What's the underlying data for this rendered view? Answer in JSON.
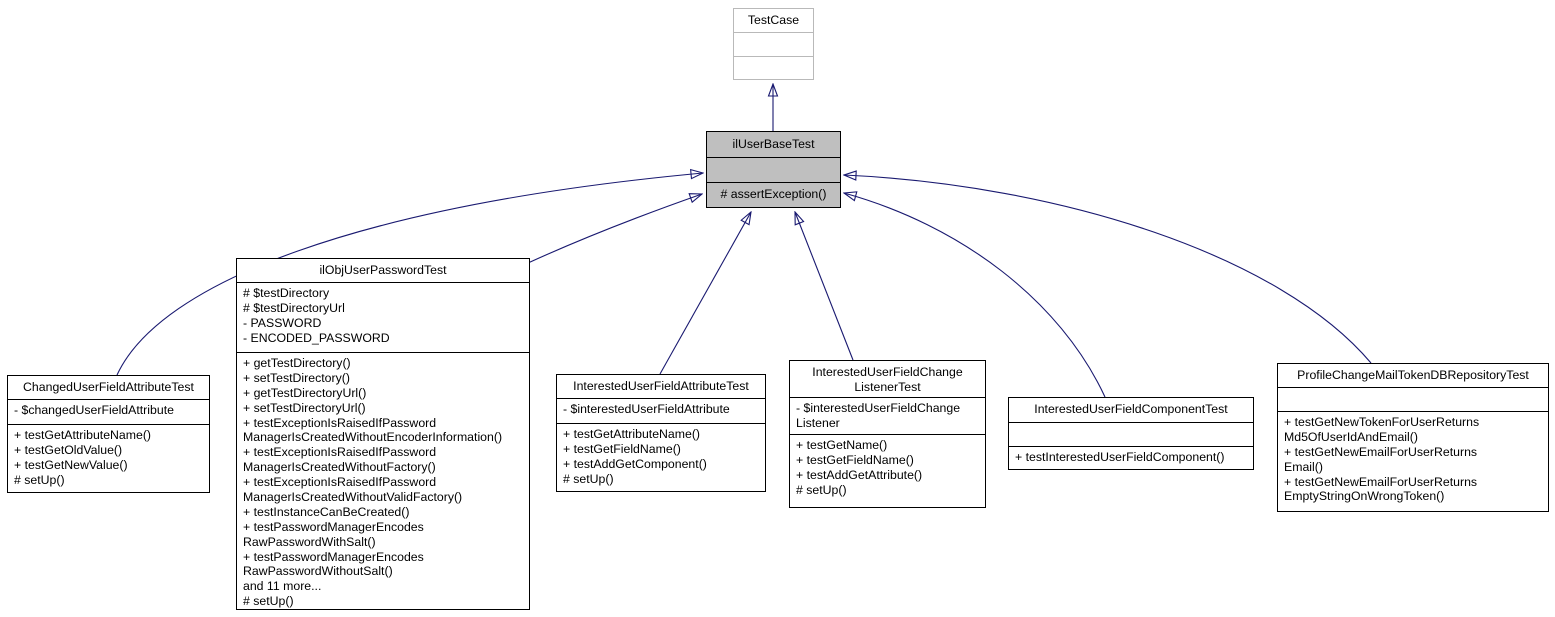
{
  "diagram": {
    "type": "uml-class-inheritance",
    "colors": {
      "edge": "#191970",
      "highlight_fill": "#bfbfbf",
      "external_border": "#b9b9b9",
      "box_border": "#000000",
      "box_fill": "#ffffff"
    },
    "classes": [
      {
        "name": "TestCase",
        "style": "external",
        "title_lines": [
          "TestCase"
        ],
        "attributes": [],
        "methods": []
      },
      {
        "name": "ilUserBaseTest",
        "style": "highlight",
        "title_lines": [
          "ilUserBaseTest"
        ],
        "attributes": [],
        "methods": [
          "# assertException()"
        ]
      },
      {
        "name": "ChangedUserFieldAttributeTest",
        "style": "normal",
        "title_lines": [
          "ChangedUserFieldAttributeTest"
        ],
        "attributes": [
          "- $changedUserFieldAttribute"
        ],
        "methods": [
          "+ testGetAttributeName()",
          "+ testGetOldValue()",
          "+ testGetNewValue()",
          "# setUp()"
        ]
      },
      {
        "name": "ilObjUserPasswordTest",
        "style": "normal",
        "title_lines": [
          "ilObjUserPasswordTest"
        ],
        "attributes": [
          "# $testDirectory",
          "# $testDirectoryUrl",
          "- PASSWORD",
          "- ENCODED_PASSWORD"
        ],
        "methods": [
          "+ getTestDirectory()",
          "+ setTestDirectory()",
          "+ getTestDirectoryUrl()",
          "+ setTestDirectoryUrl()",
          "+ testExceptionIsRaisedIfPassword",
          "ManagerIsCreatedWithoutEncoderInformation()",
          "+ testExceptionIsRaisedIfPassword",
          "ManagerIsCreatedWithoutFactory()",
          "+ testExceptionIsRaisedIfPassword",
          "ManagerIsCreatedWithoutValidFactory()",
          "+ testInstanceCanBeCreated()",
          "+ testPasswordManagerEncodes",
          "RawPasswordWithSalt()",
          "+ testPasswordManagerEncodes",
          "RawPasswordWithoutSalt()",
          "and 11 more...",
          "# setUp()"
        ]
      },
      {
        "name": "InterestedUserFieldAttributeTest",
        "style": "normal",
        "title_lines": [
          "InterestedUserFieldAttributeTest"
        ],
        "attributes": [
          "- $interestedUserFieldAttribute"
        ],
        "methods": [
          "+ testGetAttributeName()",
          "+ testGetFieldName()",
          "+ testAddGetComponent()",
          "# setUp()"
        ]
      },
      {
        "name": "InterestedUserFieldChangeListenerTest",
        "style": "normal",
        "title_lines": [
          "InterestedUserFieldChange",
          "ListenerTest"
        ],
        "attributes": [
          "- $interestedUserFieldChange",
          "Listener"
        ],
        "methods": [
          "+ testGetName()",
          "+ testGetFieldName()",
          "+ testAddGetAttribute()",
          "# setUp()"
        ]
      },
      {
        "name": "InterestedUserFieldComponentTest",
        "style": "normal",
        "title_lines": [
          "InterestedUserFieldComponentTest"
        ],
        "attributes": [],
        "methods": [
          "+ testInterestedUserFieldComponent()"
        ]
      },
      {
        "name": "ProfileChangeMailTokenDBRepositoryTest",
        "style": "normal",
        "title_lines": [
          "ProfileChangeMailTokenDBRepositoryTest"
        ],
        "attributes": [],
        "methods": [
          "+ testGetNewTokenForUserReturns",
          "Md5OfUserIdAndEmail()",
          "+ testGetNewEmailForUserReturns",
          "Email()",
          "+ testGetNewEmailForUserReturns",
          "EmptyStringOnWrongToken()"
        ]
      }
    ],
    "edges": [
      {
        "from": "ilUserBaseTest",
        "to": "TestCase",
        "relation": "inheritance"
      },
      {
        "from": "ChangedUserFieldAttributeTest",
        "to": "ilUserBaseTest",
        "relation": "inheritance"
      },
      {
        "from": "ilObjUserPasswordTest",
        "to": "ilUserBaseTest",
        "relation": "inheritance"
      },
      {
        "from": "InterestedUserFieldAttributeTest",
        "to": "ilUserBaseTest",
        "relation": "inheritance"
      },
      {
        "from": "InterestedUserFieldChangeListenerTest",
        "to": "ilUserBaseTest",
        "relation": "inheritance"
      },
      {
        "from": "InterestedUserFieldComponentTest",
        "to": "ilUserBaseTest",
        "relation": "inheritance"
      },
      {
        "from": "ProfileChangeMailTokenDBRepositoryTest",
        "to": "ilUserBaseTest",
        "relation": "inheritance"
      }
    ]
  }
}
